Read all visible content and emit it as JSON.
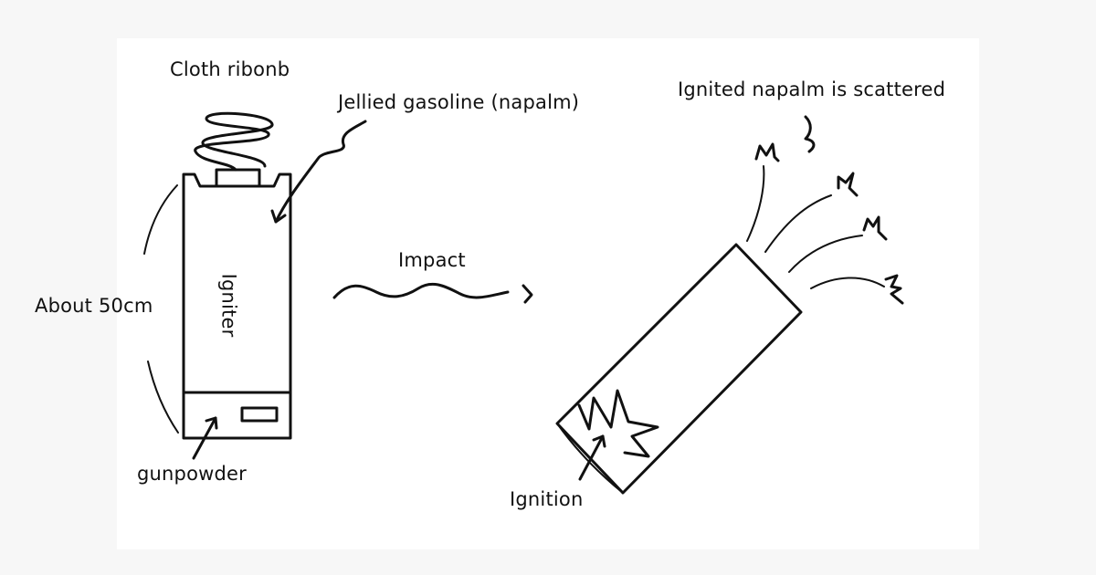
{
  "labels": {
    "cloth_ribbon": "Cloth ribonb",
    "napalm": "Jellied gasoline (napalm)",
    "igniter": "Igniter",
    "about_size": "About 50cm",
    "gunpowder": "gunpowder",
    "impact": "Impact",
    "scattered": "Ignited napalm is scattered",
    "ignition": "Ignition"
  },
  "colors": {
    "ink": "#111111",
    "background": "#ffffff",
    "page": "#f7f7f7"
  }
}
